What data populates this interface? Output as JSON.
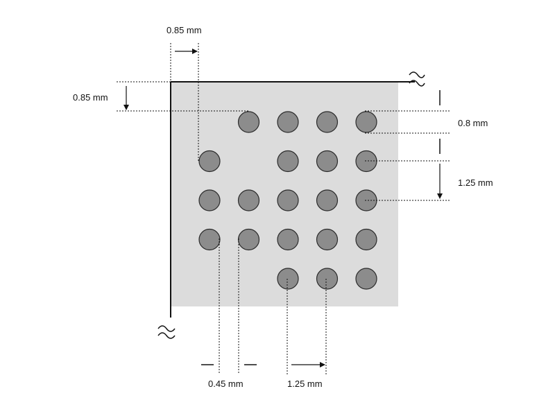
{
  "labels": {
    "top_pitch": "0.85 mm",
    "left_pitch": "0.85 mm",
    "ball_diameter": "0.8 mm",
    "vertical_pitch": "1.25 mm",
    "gap": "0.45 mm",
    "horizontal_pitch": "1.25 mm"
  },
  "colors": {
    "background": "#ffffff",
    "substrate": "#dcdcdc",
    "ball_fill": "#8c8c8c",
    "ball_stroke": "#2a2a2a",
    "line": "#111111"
  },
  "grid": {
    "columns": 5,
    "rows": 5,
    "balls": [
      [
        false,
        true,
        true,
        true,
        true
      ],
      [
        true,
        false,
        true,
        true,
        true
      ],
      [
        true,
        true,
        true,
        true,
        true
      ],
      [
        true,
        true,
        true,
        true,
        true
      ],
      [
        false,
        false,
        true,
        true,
        true
      ]
    ]
  }
}
